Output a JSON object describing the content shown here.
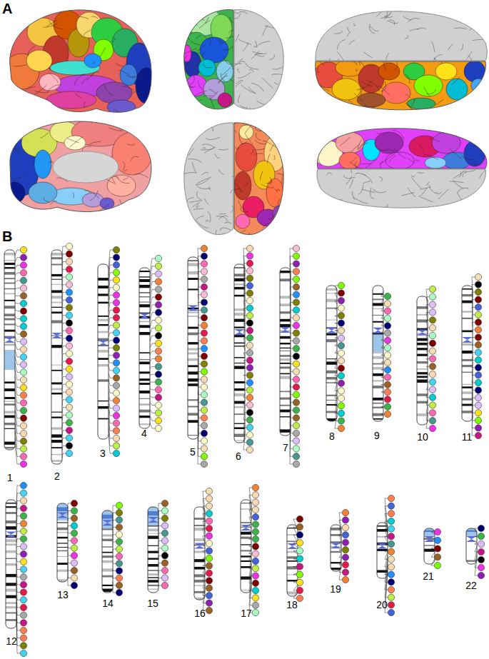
{
  "diagram": {
    "labels": [
      "A",
      "B",
      "1",
      "2",
      "3",
      "4",
      "5",
      "6",
      "7",
      "8",
      "9",
      "10",
      "11",
      "12",
      "13",
      "14",
      "15",
      "16",
      "17",
      "18",
      "19",
      "20",
      "21",
      "22"
    ]
  }
}
